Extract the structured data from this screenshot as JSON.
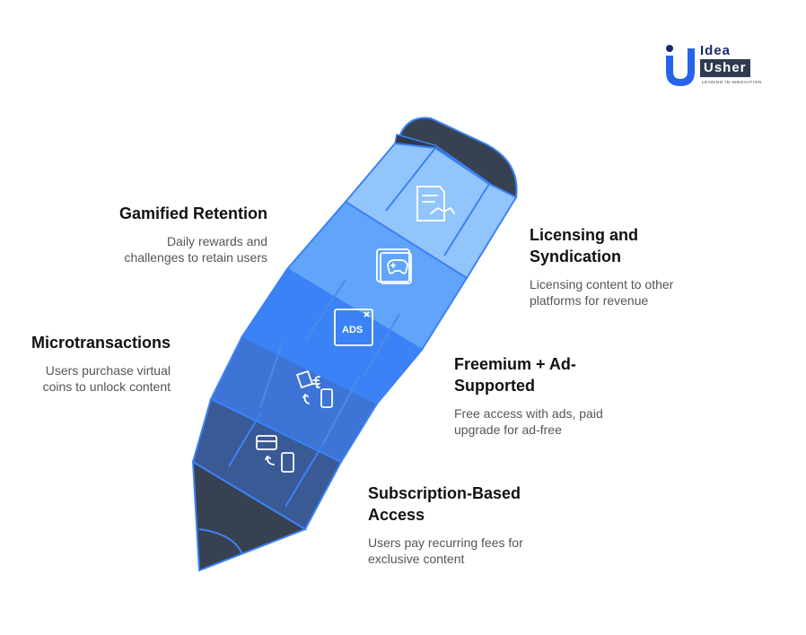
{
  "logo": {
    "line1": "Idea",
    "line2": "Usher",
    "tagline": "LEADING IN INNOVATION"
  },
  "segments": [
    {
      "title": "Licensing and\nSyndication",
      "description": "Licensing content to other\nplatforms for revenue",
      "icon": "handshake-contract-icon"
    },
    {
      "title": "Gamified Retention",
      "description": "Daily rewards and\nchallenges to retain users",
      "icon": "gamepad-icon"
    },
    {
      "title": "Freemium + Ad-\nSupported",
      "description": "Free access with ads, paid\nupgrade for ad-free",
      "icon": "ads-icon",
      "icon_text": "ADS"
    },
    {
      "title": "Microtransactions",
      "description": "Users purchase virtual\ncoins to unlock content",
      "icon": "coin-exchange-icon"
    },
    {
      "title": "Subscription-Based\nAccess",
      "description": "Users pay recurring fees for\nexclusive content",
      "icon": "card-payment-icon"
    }
  ],
  "colors": {
    "eraser": "#374151",
    "band1": "#93c5fd",
    "band2": "#60a5fa",
    "band3": "#3b82f6",
    "band4": "#3b6fd1",
    "band5": "#3a5a96",
    "tip": "#374151",
    "outline": "#3b82f6"
  }
}
